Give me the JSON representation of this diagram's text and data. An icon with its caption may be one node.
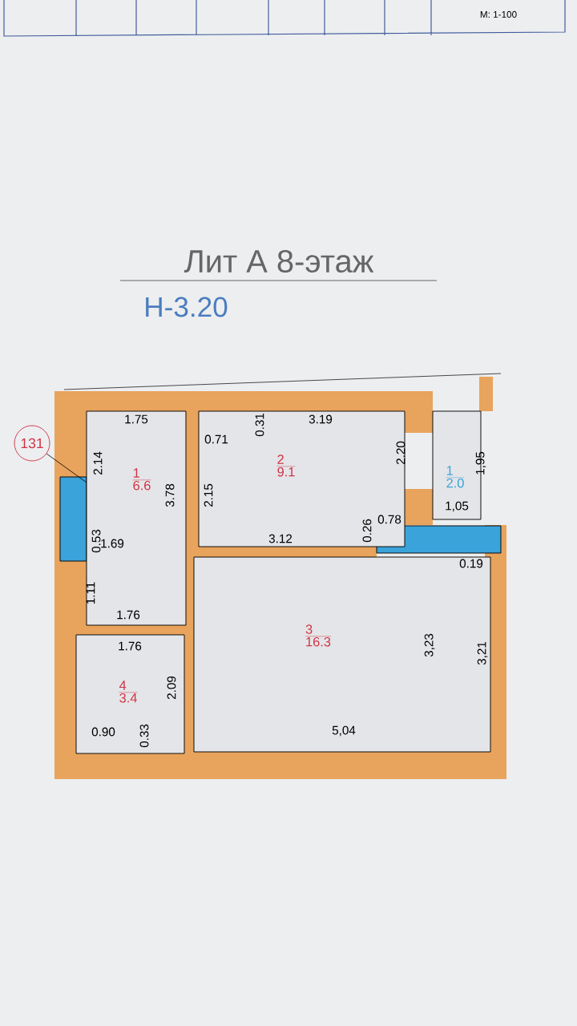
{
  "diagram": {
    "title": "Лит А 8-этаж",
    "nodes": [
      {
        "text": [
          "1",
          "6.6"
        ]
      },
      {
        "text": [
          "2",
          "9.1"
        ]
      },
      {
        "text": [
          "1",
          "2.0"
        ]
      },
      {
        "text": [
          "3",
          "16.3"
        ]
      },
      {
        "text": [
          "4",
          "3.4"
        ]
      },
      {
        "text": [
          "131"
        ]
      }
    ],
    "edges": [
      {
        "from": 5,
        "to": 0,
        "arrow": "none"
      }
    ],
    "labels": [
      "М: 1-100",
      "Н-3.20",
      "1.75",
      "2.14",
      "3.78",
      "0.53",
      "1.69",
      "1.11",
      "1.76",
      "0.71",
      "0.31",
      "3.19",
      "2.15",
      "2.20",
      "3.12",
      "0.26",
      "0.78",
      "1,95",
      "1,05",
      "0.19",
      "1.76",
      "2.09",
      "0.90",
      "0.33",
      "3,23",
      "3,21",
      "5,04"
    ]
  }
}
